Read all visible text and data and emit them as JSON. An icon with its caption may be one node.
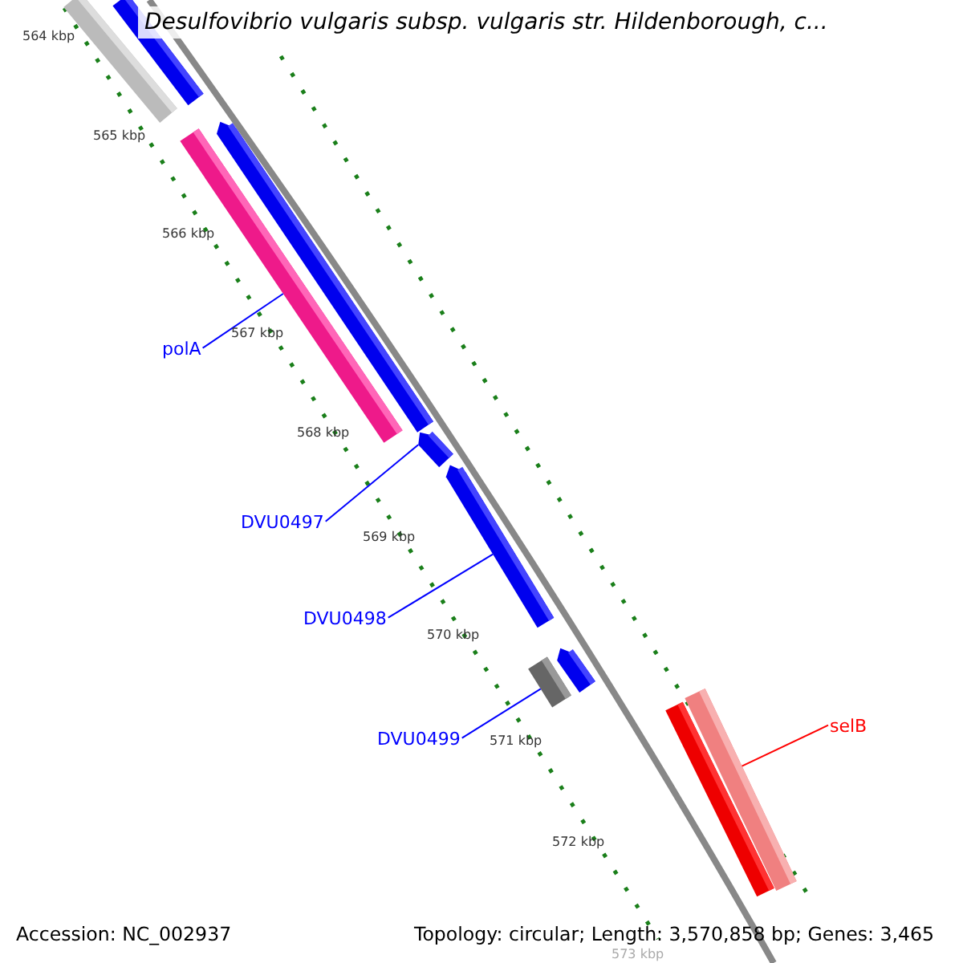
{
  "diagram": {
    "title": "Desulfovibrio vulgaris subsp. vulgaris str. Hildenborough, c...",
    "nodes": [
      {
        "text": [
          "polA"
        ]
      },
      {
        "text": [],
        "shape": "bar"
      },
      {
        "text": [
          "DVU0497"
        ]
      },
      {
        "text": [],
        "shape": "bar"
      },
      {
        "text": [
          "DVU0498"
        ]
      },
      {
        "text": [],
        "shape": "bar"
      },
      {
        "text": [
          "DVU0499"
        ]
      },
      {
        "text": [],
        "shape": "bar"
      },
      {
        "text": [
          "selB"
        ]
      },
      {
        "text": [],
        "shape": "bar"
      }
    ],
    "edges": [
      {
        "from": 0,
        "to": 1,
        "arrow": "none"
      },
      {
        "from": 2,
        "to": 3,
        "arrow": "none"
      },
      {
        "from": 4,
        "to": 5,
        "arrow": "none"
      },
      {
        "from": 6,
        "to": 7,
        "arrow": "none"
      },
      {
        "from": 8,
        "to": 9,
        "arrow": "none",
        "color": "#ff0000"
      }
    ],
    "labels": [
      "564 kbp",
      "565 kbp",
      "566 kbp",
      "567 kbp",
      "568 kbp",
      "569 kbp",
      "570 kbp",
      "571 kbp",
      "572 kbp",
      "573 kbp",
      "Accession: NC_002937",
      "Topology: circular; Length: 3,570,858 bp; Genes: 3,465"
    ]
  }
}
